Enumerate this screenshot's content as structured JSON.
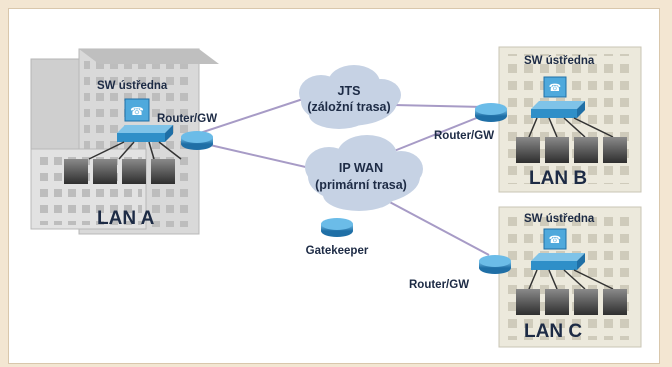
{
  "sites": {
    "lan_a": {
      "name": "LAN A",
      "switch_label": "SW ústředna",
      "router_label": "Router/GW"
    },
    "lan_b": {
      "name": "LAN B",
      "switch_label": "SW ústředna",
      "router_label": "Router/GW"
    },
    "lan_c": {
      "name": "LAN C",
      "switch_label": "SW ústředna",
      "router_label": "Router/GW"
    }
  },
  "clouds": {
    "jts": {
      "line1": "JTS",
      "line2": "(záložní trasa)"
    },
    "ipwan": {
      "line1": "IP WAN",
      "line2": "(primární trasa)"
    }
  },
  "gatekeeper": {
    "label": "Gatekeeper"
  },
  "colors": {
    "page_bg": "#f3e6d2",
    "building": "#d6d6d6",
    "building_b": "#e9e6d8",
    "cloud": "#c6d2e4",
    "router": "#2f8fc8",
    "link": "#a79bc6",
    "text": "#1d2b45"
  },
  "icons": [
    "router-icon",
    "switch-icon",
    "pbx-icon",
    "ip-phone-icon",
    "gatekeeper-icon",
    "cloud-icon",
    "building-icon"
  ]
}
